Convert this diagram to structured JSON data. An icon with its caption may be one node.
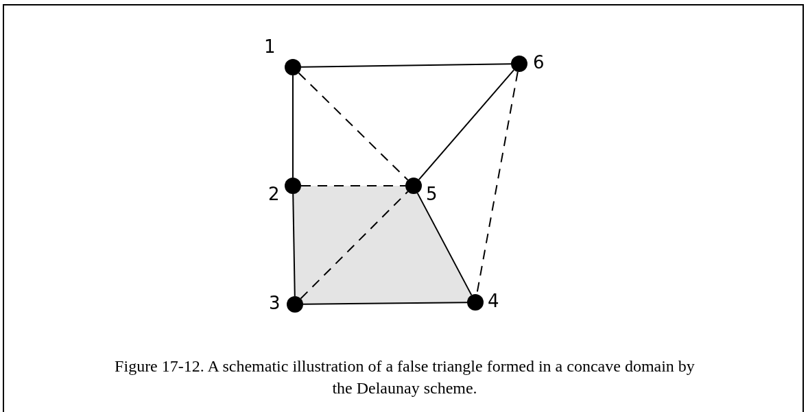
{
  "diagram": {
    "caption": "Figure 17-12. A schematic illustration of a false triangle formed in a concave domain by the Delaunay scheme.",
    "nodes": [
      {
        "text": [],
        "shape": "circle",
        "beside": [
          "1"
        ]
      },
      {
        "text": [],
        "shape": "circle",
        "beside": [
          "6"
        ]
      },
      {
        "text": [],
        "shape": "circle",
        "beside": [
          "2"
        ]
      },
      {
        "text": [],
        "shape": "circle",
        "beside": [
          "5"
        ]
      },
      {
        "text": [],
        "shape": "circle",
        "beside": [
          "3"
        ]
      },
      {
        "text": [],
        "shape": "circle",
        "beside": [
          "4"
        ]
      }
    ],
    "edges": [
      {
        "from": 0,
        "to": 1,
        "arrow": "none"
      },
      {
        "from": 0,
        "to": 2,
        "arrow": "none"
      },
      {
        "from": 2,
        "to": 4,
        "arrow": "none"
      },
      {
        "from": 4,
        "to": 5,
        "arrow": "none"
      },
      {
        "from": 5,
        "to": 3,
        "arrow": "none"
      },
      {
        "from": 3,
        "to": 1,
        "arrow": "none"
      },
      {
        "from": 0,
        "to": 3,
        "arrow": "none",
        "style": "dashed"
      },
      {
        "from": 2,
        "to": 3,
        "arrow": "none",
        "style": "dashed"
      },
      {
        "from": 4,
        "to": 3,
        "arrow": "none",
        "style": "dashed"
      },
      {
        "from": 1,
        "to": 5,
        "arrow": "none",
        "style": "dashed"
      }
    ]
  }
}
